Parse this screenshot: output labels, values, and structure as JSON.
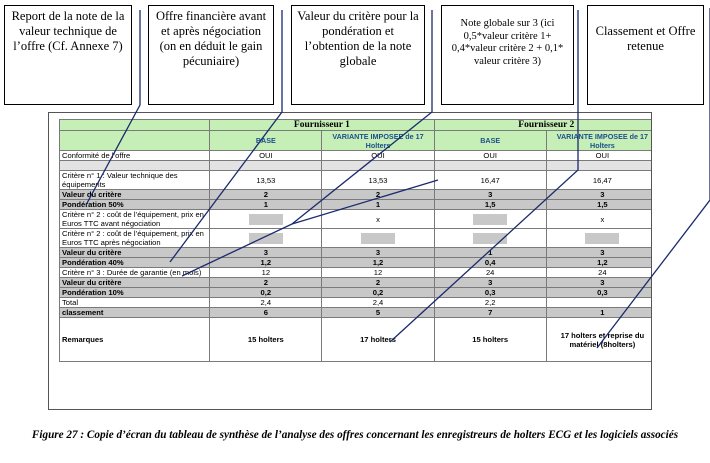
{
  "callouts": [
    "Report de la note de la valeur technique de l’offre (Cf. Annexe 7)",
    "Offre financière avant et après négociation (on en déduit le gain pécuniaire)",
    "Valeur du critère pour la pondération et l’obtention de la note globale",
    "Note globale sur 3 (ici 0,5*valeur critère 1+ 0,4*valeur critère 2 + 0,1* valeur critère 3)",
    "Classement et Offre retenue"
  ],
  "table": {
    "supplier1": "Fournisseur 1",
    "supplier2": "Fournisseur 2",
    "col_headers": [
      "BASE",
      "VARIANTE IMPOSEE de 17 Holters",
      "BASE",
      "VARIANTE IMPOSEE de 17 Holters"
    ],
    "rows": {
      "conformite": {
        "label": "Conformité de l’offre",
        "values": [
          "OUI",
          "OUI",
          "OUI",
          "OUI"
        ]
      },
      "c1": {
        "label": "Critère n° 1 : Valeur technique des équipements",
        "values": [
          "13,53",
          "13,53",
          "16,47",
          "16,47"
        ]
      },
      "c1_val": {
        "label": "Valeur du critère",
        "values": [
          "2",
          "2",
          "3",
          "3"
        ]
      },
      "c1_pond": {
        "label": "Pondération 50%",
        "values": [
          "1",
          "1",
          "1,5",
          "1,5"
        ]
      },
      "c2_avant": {
        "label": "Critère n° 2 : coût de l’équipement, prix en Euros TTC avant négociation",
        "values": [
          "",
          "x",
          "",
          "x"
        ]
      },
      "c2_apres": {
        "label": "Critère n° 2 : coût de l’équipement, prix en Euros TTC après négociation",
        "values": [
          "",
          "",
          "",
          ""
        ]
      },
      "c2_val": {
        "label": "Valeur du critère",
        "values": [
          "3",
          "3",
          "1",
          "3"
        ]
      },
      "c2_pond": {
        "label": "Pondération 40%",
        "values": [
          "1,2",
          "1,2",
          "0,4",
          "1,2"
        ]
      },
      "c3": {
        "label": "Critère n° 3 : Durée de garantie (en mois)",
        "values": [
          "12",
          "12",
          "24",
          "24"
        ]
      },
      "c3_val": {
        "label": "Valeur du critère",
        "values": [
          "2",
          "2",
          "3",
          "3"
        ]
      },
      "c3_pond": {
        "label": "Pondération 10%",
        "values": [
          "0,2",
          "0,2",
          "0,3",
          "0,3"
        ]
      },
      "total": {
        "label": "Total",
        "values": [
          "2,4",
          "2,4",
          "2,2",
          ""
        ]
      },
      "classement": {
        "label": "classement",
        "values": [
          "6",
          "5",
          "7",
          "1"
        ]
      },
      "remarques": {
        "label": "Remarques",
        "values": [
          "15 holters",
          "17 holters",
          "15 holters",
          "17 holters et reprise du matériel (8holters)"
        ]
      }
    }
  },
  "caption": "Figure 27 : Copie d’écran du tableau de synthèse de l’analyse des offres concernant les enregistreurs de holters ECG et les logiciels associés"
}
